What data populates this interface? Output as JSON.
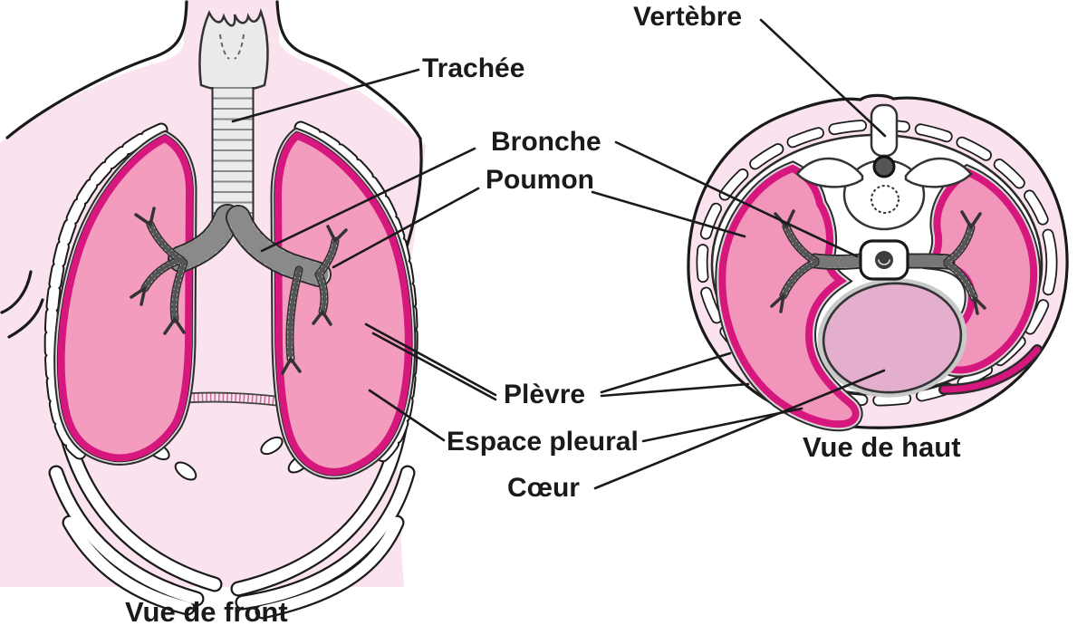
{
  "figure": {
    "labels": {
      "trachea": "Trachée",
      "bronchus": "Bronche",
      "lung": "Poumon",
      "pleura": "Plèvre",
      "pleural_space": "Espace pleural",
      "heart": "Cœur",
      "vertebra": "Vertèbre"
    },
    "captions": {
      "front_view": "Vue de front",
      "top_view": "Vue de haut"
    },
    "colors": {
      "body_fill": "#FAE3EE",
      "lung_fill": "#F49CBE",
      "section_lung_fill": "#F195BA",
      "lung_border": "#D6187E",
      "heart_fill": "#E3AFCC",
      "cartilage_fill": "#EBEBEB",
      "pleura_gray": "#D8D8D8",
      "outline": "#1A1A1A"
    }
  }
}
